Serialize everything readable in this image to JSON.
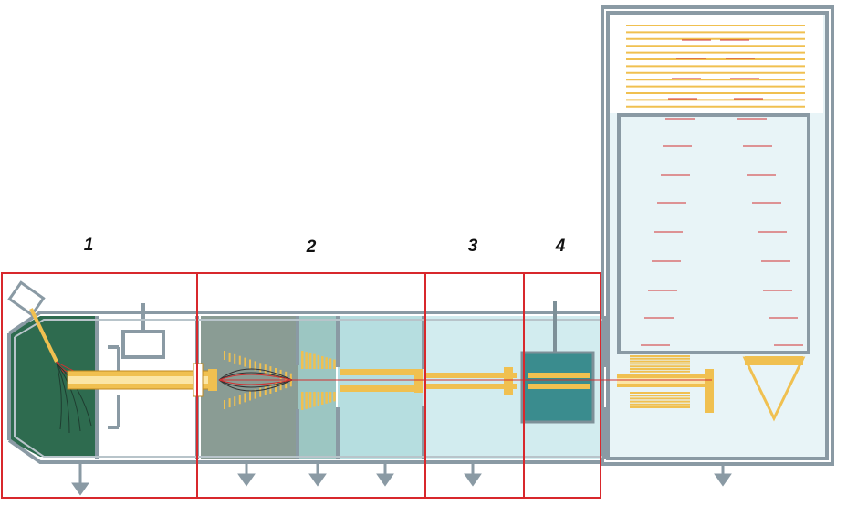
{
  "labels": {
    "section_1": "1",
    "section_2": "2",
    "section_3": "3",
    "section_4": "4"
  },
  "colors": {
    "wall": "#8a9aa4",
    "box_outline": "#d8282c",
    "source_chamber": "#2e6b4f",
    "ion_guide_chamber": "#8a9c94",
    "quad_chamber": "#b6dee0",
    "transfer_chamber": "#d2ecef",
    "collision_cell": "#3a8c8e",
    "tof_chamber": "#e8f4f7",
    "electrode": "#f0c050",
    "ion_beam": "#d23030",
    "label_text": "#111111"
  }
}
